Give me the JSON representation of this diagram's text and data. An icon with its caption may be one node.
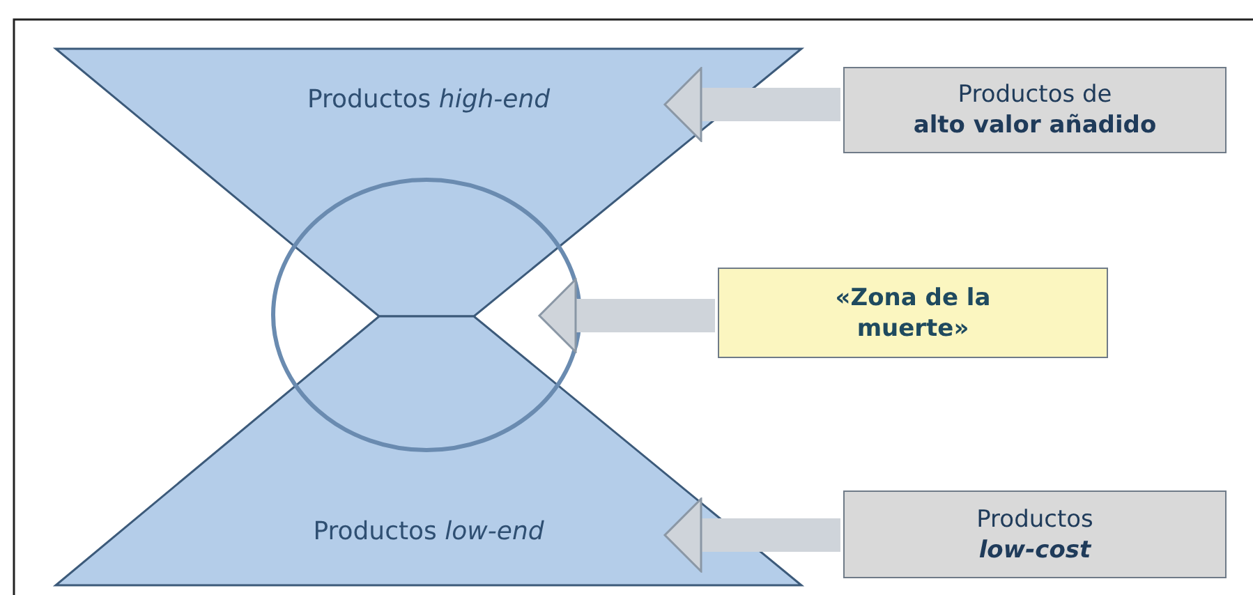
{
  "diagram": {
    "nodes": [
      {
        "text": [
          "Productos *high-end*"
        ]
      },
      {
        "text": [
          "Productos *low-end*"
        ]
      },
      {
        "text": [],
        "shape": "circle"
      },
      {
        "text": [
          "Productos de **alto valor añadido**"
        ]
      },
      {
        "text": [
          "«Zona de la muerte»"
        ]
      },
      {
        "text": [
          "Productos *low-cost*"
        ]
      }
    ],
    "edges": [
      {
        "from": 3,
        "to": 0,
        "arrow": "to"
      },
      {
        "from": 4,
        "to": 2,
        "arrow": "to"
      },
      {
        "from": 5,
        "to": 1,
        "arrow": "to"
      }
    ]
  }
}
